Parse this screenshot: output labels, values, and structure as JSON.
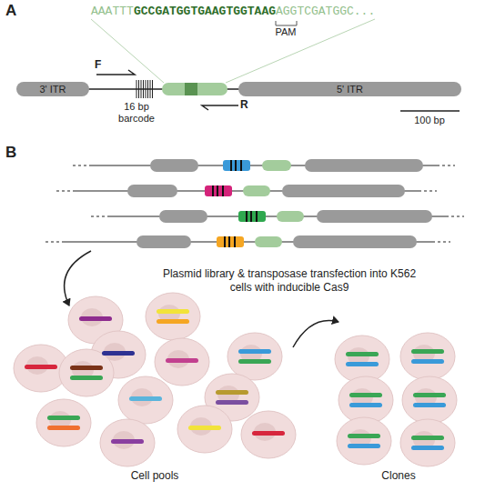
{
  "diagram": {
    "nodes": [
      {
        "text": [
          "3' ITR"
        ]
      },
      {
        "text": [
          "5' ITR"
        ]
      }
    ],
    "labels": [
      "A",
      "AAATTT",
      "GCCGATGGTGAAGTGGTAAG",
      "AGGTCGATGGC...",
      "PAM",
      "F",
      "R",
      "16 bp barcode",
      "100 bp",
      "B",
      "Plasmid library & transposase transfection into K562 cells with inducible Cas9",
      "Cell pools",
      "Clones"
    ]
  }
}
